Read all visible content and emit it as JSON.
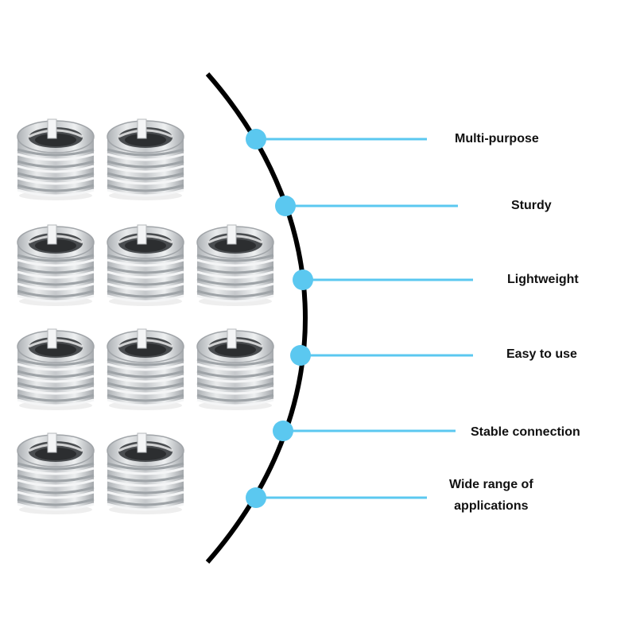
{
  "product": {
    "icon": "threaded-screw-insert",
    "count": 10,
    "rows": [
      2,
      3,
      3,
      2
    ]
  },
  "features": [
    {
      "label": "Multi-purpose"
    },
    {
      "label": "Sturdy"
    },
    {
      "label": "Lightweight"
    },
    {
      "label": "Easy to use"
    },
    {
      "label": "Stable connection"
    },
    {
      "label": "Wide range of\napplications"
    }
  ],
  "colors": {
    "curve": "#000000",
    "accent": "#5bc8f0",
    "text": "#111111",
    "metal": "#c9cbcd"
  }
}
